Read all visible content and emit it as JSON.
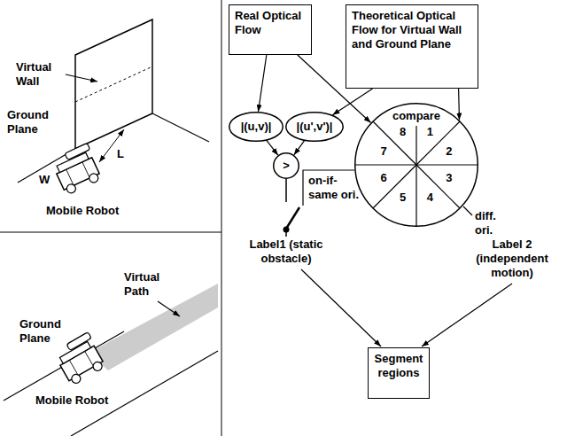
{
  "diagram": {
    "nodes": [
      {
        "text": [
          "Real Optical Flow"
        ]
      },
      {
        "text": [
          "Theoretical Optical Flow for Virtual Wall and Ground Plane"
        ]
      },
      {
        "text": [
          "|(u,v)|"
        ]
      },
      {
        "text": [
          "|(u',v')|"
        ]
      },
      {
        "text": [
          ">"
        ]
      },
      {
        "text": [
          "compare",
          "1",
          "2",
          "3",
          "4",
          "5",
          "6",
          "7",
          "8"
        ]
      },
      {
        "text": [
          "Segment regions"
        ]
      }
    ],
    "edges": [
      {
        "from": 0,
        "to": 2,
        "arrow": "to"
      },
      {
        "from": 0,
        "to": 5,
        "arrow": "to"
      },
      {
        "from": 1,
        "to": 3,
        "arrow": "to"
      },
      {
        "from": 1,
        "to": 5,
        "arrow": "to"
      },
      {
        "from": 2,
        "to": 4,
        "arrow": "to"
      },
      {
        "from": 3,
        "to": 4,
        "arrow": "to"
      }
    ],
    "labels": [
      "Virtual Wall",
      "Ground Plane",
      "W",
      "L",
      "Mobile Robot",
      "Virtual Path",
      "Ground Plane",
      "Mobile Robot",
      "on-if-same ori.",
      "diff. ori.",
      "Label1 (static obstacle)",
      "Label 2 (independent motion)"
    ]
  }
}
